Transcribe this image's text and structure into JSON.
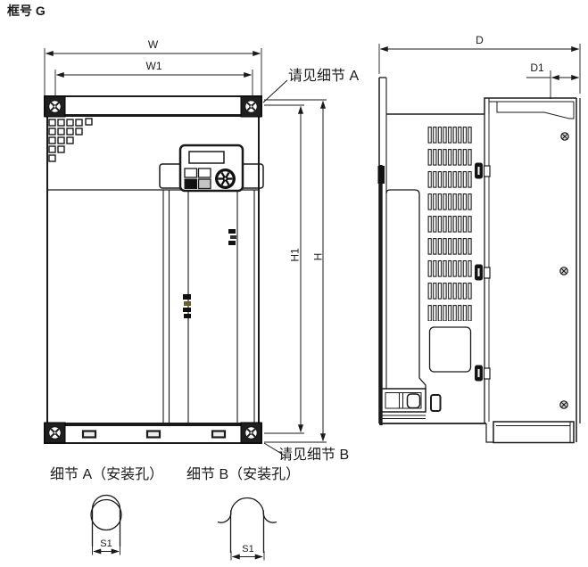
{
  "title": "框号 G",
  "dims": {
    "w": "W",
    "w1": "W1",
    "h": "H",
    "h1": "H1",
    "d": "D",
    "d1": "D1",
    "s1_a": "S1",
    "s1_b": "S1"
  },
  "notes": {
    "detail_a": "请见细节 A",
    "detail_b": "请见细节 B"
  },
  "captions": {
    "detail_a": "细节 A（安装孔）",
    "detail_b": "细节 B（安装孔）"
  },
  "colors": {
    "line": "#1a1a1a",
    "background": "#ffffff",
    "foot_fill": "#1f1f1f",
    "button_dark": "#111111",
    "button_gray": "#c4c4c4"
  }
}
